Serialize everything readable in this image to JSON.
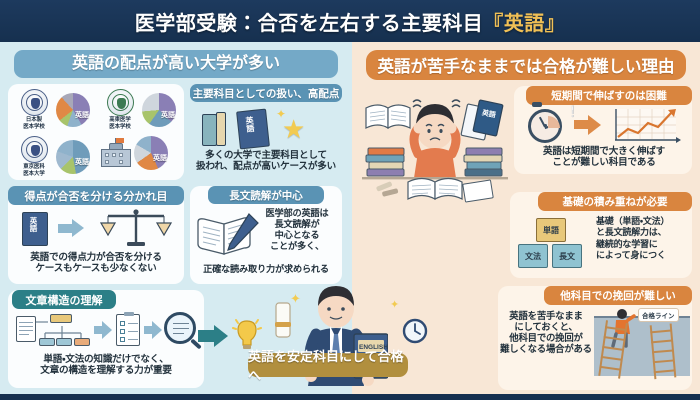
{
  "header": {
    "title_main": "医学部受験：合否を左右する主要科目",
    "title_accent": "『英語』"
  },
  "left_panel": {
    "title": "英語の配点が高い大学が多い",
    "universities": [
      {
        "name_line1": "日本製",
        "name_line2": "医本学校",
        "crest": "shield-crest-blue",
        "pie_label": "英語"
      },
      {
        "name_line1": "高東医学",
        "name_line2": "医本学校",
        "crest": "shield-crest-green",
        "pie_label": "英語"
      },
      {
        "name_line1": "東京医科",
        "name_line2": "医本大学",
        "crest": "shield-crest-blue",
        "pie_label": "英語"
      },
      {
        "name_line1": "",
        "name_line2": "",
        "crest": "school-building",
        "pie_label": "英語"
      }
    ],
    "block_major": {
      "banner": "主要科目としての扱い、高配点",
      "book_label": "英語",
      "text_line1": "多くの大学で主要科目として",
      "text_line2": "扱われ、配点が高いケースが多い"
    },
    "block_score": {
      "banner": "得点が合否を分ける分かれ目",
      "book_label": "英語",
      "text_line1": "英語での得点力が合否を分ける",
      "text_line2": "ケースもケースも少なくない"
    },
    "block_reading": {
      "banner": "長文読解が中心",
      "text_line1": "医学部の英語は",
      "text_line2": "長文読解が",
      "text_line3": "中心となる",
      "text_line4": "ことが多く、",
      "text_line5": "正確な読み取り力が求められる"
    },
    "block_structure": {
      "banner": "文章構造の理解",
      "text_line1": "単語・文法の知識だけでなく、",
      "text_line2": "文章の構造を理解する力が重要"
    }
  },
  "cta": {
    "label": "英語を安定科目にして合格へ",
    "book_label": "ENGLISH"
  },
  "right_panel": {
    "title": "英語が苦手なままでは合格が難しい理由",
    "block_short_term": {
      "banner": "短期間で伸ばすのは困難",
      "text_line1": "英語は短期間で大きく伸ばす",
      "text_line2": "ことが難しい科目である"
    },
    "block_foundation": {
      "banner": "基礎の積み重ねが必要",
      "cubes": [
        "単語",
        "文法",
        "長文"
      ],
      "text_line1": "基礎（単語・文法）",
      "text_line2": "と長文読解力は、",
      "text_line3": "継続的な学習に",
      "text_line4": "によって身につく"
    },
    "block_recovery": {
      "banner": "他科目での挽回が難しい",
      "text_line1": "英語を苦手なまま",
      "text_line2": "にしておくと、",
      "text_line3": "他科目での挽回が",
      "text_line4": "難しくなる場合がある",
      "pass_line_label": "合格ライン"
    },
    "stress_illustration_label": "英語"
  },
  "colors": {
    "header_bg": "#1b3556",
    "accent_gold": "#f0c056",
    "left_panel_bg": "#d6ebf1",
    "right_panel_bg": "#f8e7d6",
    "banner_blue": "#74a9c7",
    "banner_orange": "#d9853f",
    "banner_teal": "#2c7f87",
    "banner_gold": "#b18f3e"
  }
}
